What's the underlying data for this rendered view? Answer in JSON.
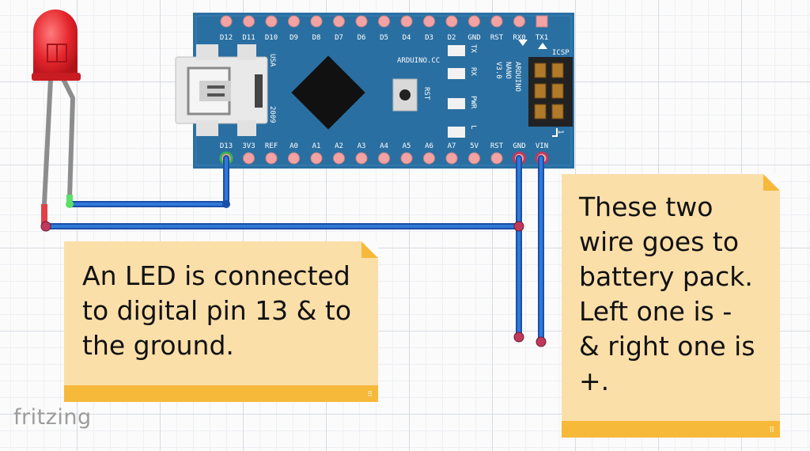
{
  "board": {
    "top_pins": [
      "D12",
      "D11",
      "D10",
      "D9",
      "D8",
      "D7",
      "D6",
      "D5",
      "D4",
      "D3",
      "D2",
      "GND",
      "RST",
      "RX0",
      "TX1"
    ],
    "bottom_pins": [
      "D13",
      "3V3",
      "REF",
      "A0",
      "A1",
      "A2",
      "A3",
      "A4",
      "A5",
      "A6",
      "A7",
      "5V",
      "RST",
      "GND",
      "VIN"
    ],
    "usa_label": "USA",
    "year_label": "2009",
    "site_label": "ARDUINO.CC",
    "model_label": [
      "ARDUINO",
      "NANO",
      "V3.0"
    ],
    "icsp_label": "ICSP",
    "icsp_pin1": "1",
    "led_labels": [
      "TX",
      "RX",
      "PWR",
      "L"
    ],
    "reset_label": "RST"
  },
  "notes": {
    "led_note": [
      "An LED is connected",
      "to digital pin 13 & to",
      "the ground."
    ],
    "battery_note": [
      "These two",
      "wire goes to",
      "battery pack.",
      "Left one is -",
      "& right one is",
      "+."
    ]
  },
  "brand": "fritzing",
  "colors": {
    "board": "#2a6fa1",
    "wire": "#2266c4",
    "note": "#fbdfa9",
    "note_strip": "#f6b93a",
    "led": "#e4252c",
    "pin": "#f3a3a3"
  }
}
